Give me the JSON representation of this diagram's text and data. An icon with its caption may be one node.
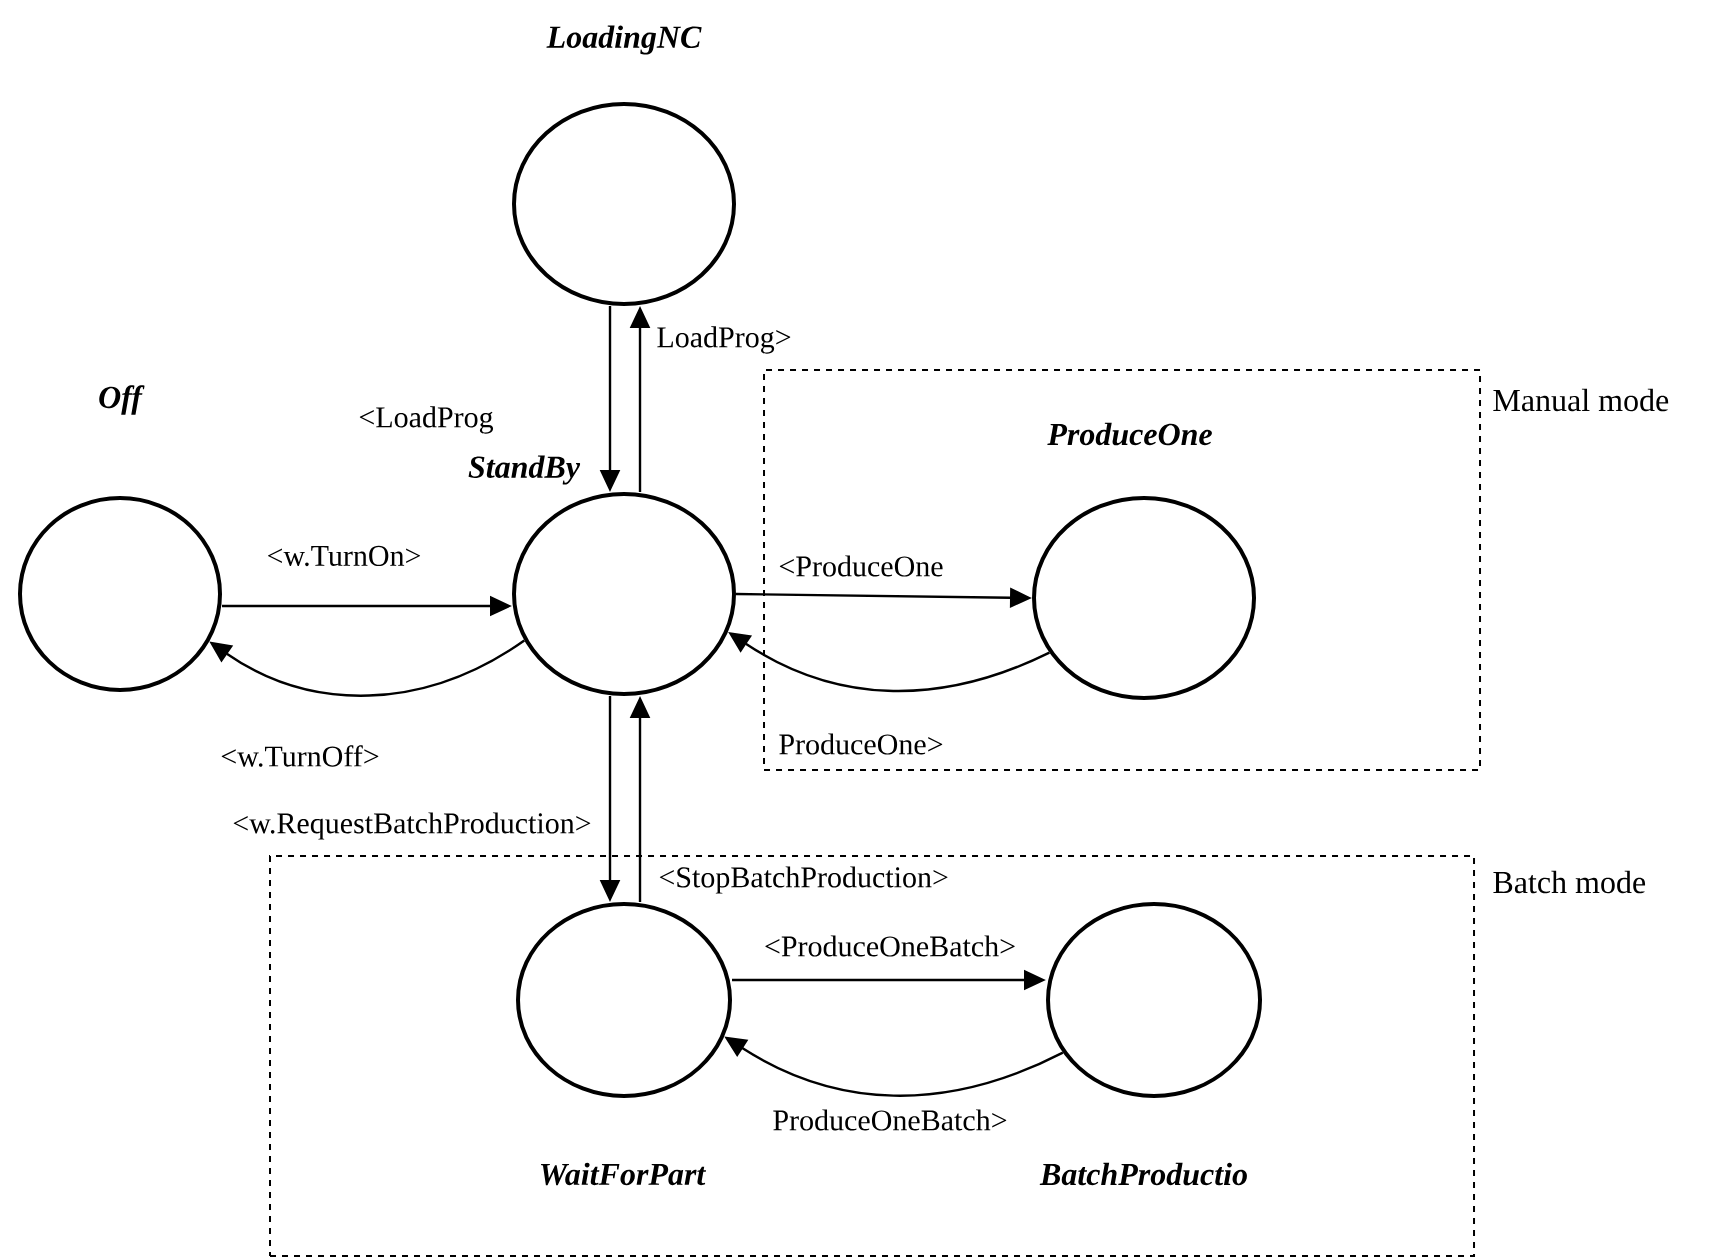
{
  "diagram": {
    "nodes": [
      {
        "text": [
          "LoadingNC"
        ]
      },
      {
        "text": [
          "Off"
        ]
      },
      {
        "text": [
          "StandBy"
        ]
      },
      {
        "text": [
          "Manual mode"
        ]
      },
      {
        "text": [
          "ProduceOne"
        ],
        "in": 3
      },
      {
        "text": [
          "Batch mode"
        ]
      },
      {
        "text": [
          "WaitForPart"
        ],
        "in": 5
      },
      {
        "text": [
          "BatchProductio"
        ],
        "in": 5
      }
    ],
    "edges": [
      {
        "from": 0,
        "to": 2,
        "arrow": "to",
        "label": "<LoadProg"
      },
      {
        "from": 2,
        "to": 0,
        "arrow": "to",
        "label": "LoadProg>"
      },
      {
        "from": 1,
        "to": 2,
        "arrow": "to",
        "label": "<w.TurnOn>"
      },
      {
        "from": 2,
        "to": 1,
        "arrow": "to",
        "label": "<w.TurnOff>"
      },
      {
        "from": 2,
        "to": 4,
        "arrow": "to",
        "label": "<ProduceOne"
      },
      {
        "from": 4,
        "to": 2,
        "arrow": "to",
        "label": "ProduceOne>"
      },
      {
        "from": 2,
        "to": 6,
        "arrow": "to",
        "label": "<w.RequestBatchProduction>"
      },
      {
        "from": 6,
        "to": 2,
        "arrow": "to",
        "label": "<StopBatchProduction>"
      },
      {
        "from": 6,
        "to": 7,
        "arrow": "to",
        "label": "<ProduceOneBatch>"
      },
      {
        "from": 7,
        "to": 6,
        "arrow": "to",
        "label": "ProduceOneBatch>"
      }
    ]
  }
}
